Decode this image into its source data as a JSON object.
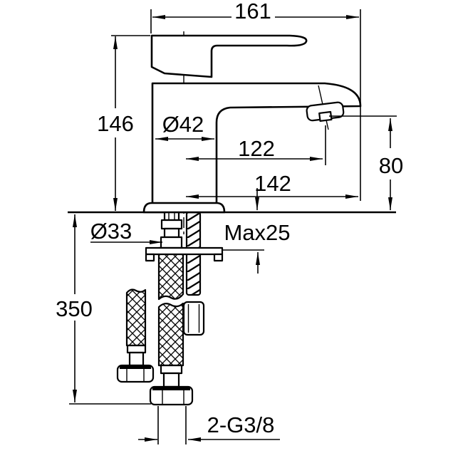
{
  "meta": {
    "type": "technical-installation-drawing",
    "subject": "single-lever basin mixer faucet, side view with mounting hardware"
  },
  "colors": {
    "line": "#000000",
    "background": "#ffffff"
  },
  "dims": {
    "overall_length": "161",
    "body_height": "146",
    "body_diameter": "Ø42",
    "aerator_reach": "122",
    "spout_reach": "142",
    "outlet_height": "80",
    "hole_diameter": "Ø33",
    "max_deck_thickness": "Max25",
    "hose_length": "350",
    "thread_connection": "2-G3/8"
  }
}
